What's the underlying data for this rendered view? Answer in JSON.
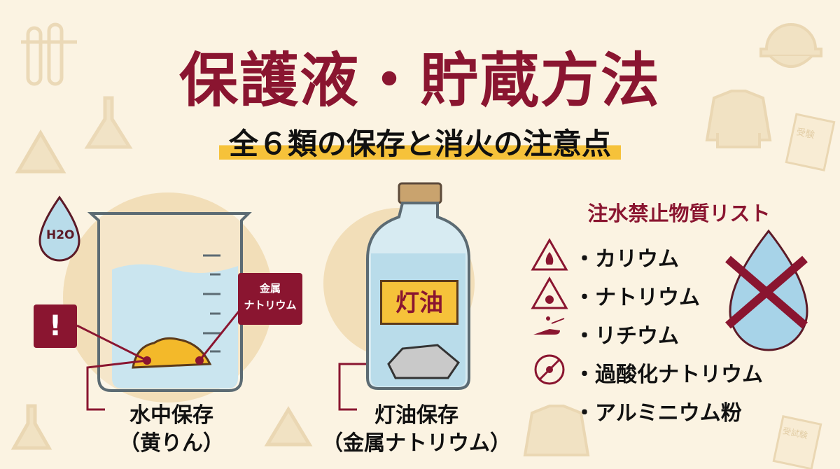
{
  "title": "保護液・貯蔵方法",
  "subtitle": "全６類の保存と消火の注意点",
  "left_panel": {
    "drop_label": "H2O",
    "warning_symbol": "!",
    "callout_label_line1": "金属",
    "callout_label_line2": "ナトリウム",
    "caption_line1": "水中保存",
    "caption_line2": "（黄りん）"
  },
  "middle_panel": {
    "bottle_label": "灯油",
    "caption_line1": "灯油保存",
    "caption_line2": "（金属ナトリウム）"
  },
  "right_panel": {
    "heading": "注水禁止物質リスト",
    "items": [
      {
        "label": "・カリウム",
        "icon": "flammable-warning-icon"
      },
      {
        "label": "・ナトリウム",
        "icon": "explosive-warning-icon"
      },
      {
        "label": "・リチウム",
        "icon": "reactive-hand-icon"
      },
      {
        "label": "・過酸化ナトリウム",
        "icon": "no-radiation-icon"
      },
      {
        "label": "・アルミニウム粉",
        "icon": ""
      }
    ]
  },
  "decor": {
    "doc1": "受験",
    "doc2": "受試験"
  },
  "colors": {
    "brand_red": "#8a1530",
    "highlight": "#f6c23a",
    "background": "#fbf3e2",
    "water": "#b9dcea"
  }
}
